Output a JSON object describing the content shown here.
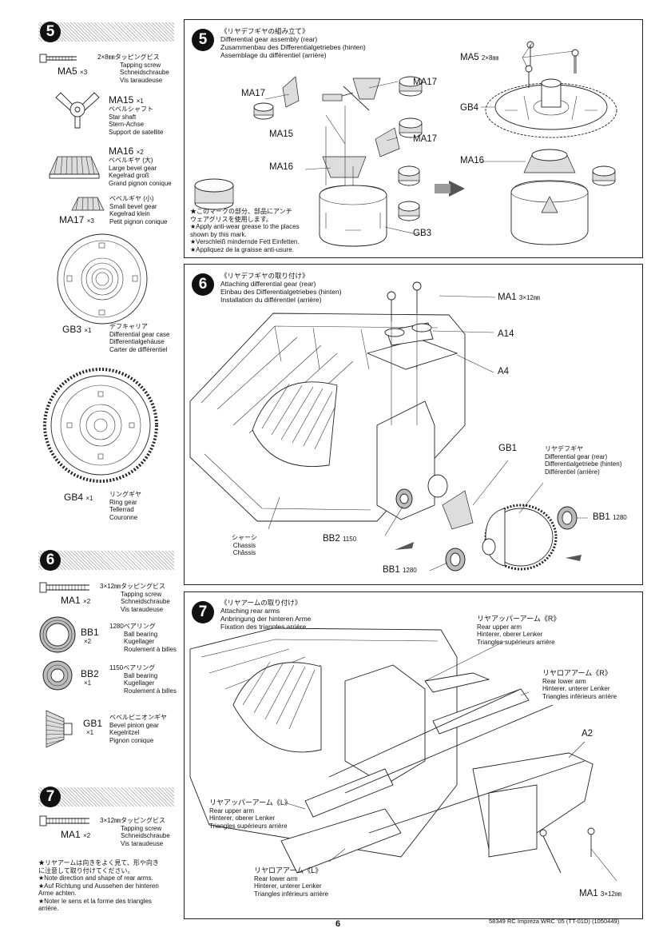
{
  "left": {
    "step5": {
      "number": "5",
      "parts": [
        {
          "code": "MA5",
          "qty": "×3",
          "jp": "2×8㎜タッピングビス",
          "de": "Tapping screw",
          "fr": "Schneidschraube",
          "x": "Vis taraudeuse"
        },
        {
          "code": "MA15",
          "qty": "×1",
          "jp": "ベベルシャフト",
          "de": "Star shaft",
          "fr": "Stern-Achse",
          "x": "Support de satellite"
        },
        {
          "code": "MA16",
          "qty": "×2",
          "jp": "ベベルギヤ (大)",
          "de": "Large bevel gear",
          "fr": "Kegelrad groß",
          "x": "Grand pignon conique"
        },
        {
          "code": "MA17",
          "qty": "×3",
          "jp": "ベベルギヤ (小)",
          "de": "Small bevel gear",
          "fr": "Kegelrad klein",
          "x": "Petit pignon conique"
        },
        {
          "code": "GB3",
          "qty": "×1",
          "jp": "デフキャリア",
          "de": "Differential gear case",
          "fr": "Differentialgehäuse",
          "x": "Carter de différentiel"
        },
        {
          "code": "GB4",
          "qty": "×1",
          "jp": "リングギヤ",
          "de": "Ring gear",
          "fr": "Tellerrad",
          "x": "Couronne"
        }
      ]
    },
    "step6": {
      "number": "6",
      "parts": [
        {
          "code": "MA1",
          "qty": "×2",
          "jp": "3×12㎜タッピングビス",
          "de": "Tapping screw",
          "fr": "Schneidschraube",
          "x": "Vis taraudeuse"
        },
        {
          "code": "BB1",
          "qty": "×2",
          "jp": "1280ベアリング",
          "de": "Ball bearing",
          "fr": "Kugellager",
          "x": "Roulement à billes"
        },
        {
          "code": "BB2",
          "qty": "×1",
          "jp": "1150ベアリング",
          "de": "Ball bearing",
          "fr": "Kugellager",
          "x": "Roulement à billes"
        },
        {
          "code": "GB1",
          "qty": "×1",
          "jp": "ベベルピニオンギヤ",
          "de": "Bevel pinion gear",
          "fr": "Kegelritzel",
          "x": "Pignon conique"
        }
      ]
    },
    "step7": {
      "number": "7",
      "parts": [
        {
          "code": "MA1",
          "qty": "×2",
          "jp": "3×12㎜タッピングビス",
          "de": "Tapping screw",
          "fr": "Schneidschraube",
          "x": "Vis taraudeuse"
        }
      ],
      "note": [
        "★リヤアームは向きをよく見て、形や向き",
        "に注意して取り付けてください。",
        "★Note direction and shape of rear arms.",
        "★Auf Richtung und Aussehen der hinteren",
        "Arme achten.",
        "★Noter le sens et la forme des triangles",
        "arrière."
      ]
    }
  },
  "panel5": {
    "number": "5",
    "title": [
      "《リヤデフギヤの組み立て》",
      "Differential gear assembly (rear)",
      "Zusammenbau des Differentialgetriebes (hinten)",
      "Assemblage du différentiel (arrière)"
    ],
    "labels": {
      "ma17a": "MA17",
      "ma17b": "MA17",
      "ma17c": "MA17",
      "ma15": "MA15",
      "ma16a": "MA16",
      "gb3": "GB3",
      "ma5": "MA5",
      "ma5size": "2×8㎜",
      "gb4": "GB4",
      "ma16b": "MA16"
    },
    "grease_note": [
      "★このマークの部分、部品にアンチ",
      "ウェアグリスを使用します。",
      "★Apply anti-wear grease to the places",
      "shown by this mark.",
      "★Verschleiß mindernde Fett Einfetten.",
      "★Appliquez de la graisse anti-usure."
    ]
  },
  "panel6": {
    "number": "6",
    "title": [
      "《リヤデフギヤの取り付け》",
      "Attaching differential gear (rear)",
      "Einbau des Differentialgetriebes (hinten)",
      "Installation du différentiel (arrière)"
    ],
    "labels": {
      "ma1": "MA1",
      "ma1size": "3×12㎜",
      "a14": "A14",
      "a4": "A4",
      "gb1": "GB1",
      "bb1a": "BB1",
      "bb1a_size": "1280",
      "bb2": "BB2",
      "bb2_size": "1150",
      "bb1b": "BB1",
      "bb1b_size": "1280"
    },
    "diff_text": [
      "リヤデフギヤ",
      "Differential gear (rear)",
      "Differentialgetriebe (hinten)",
      "Différentiel (arrière)"
    ],
    "chassis_text": [
      "シャーシ",
      "Chassis",
      "Châssis"
    ]
  },
  "panel7": {
    "number": "7",
    "title": [
      "《リヤアームの取り付け》",
      "Attaching rear arms",
      "Anbringung der hinteren Arme",
      "Fixation des triangles arrière"
    ],
    "upper_r": [
      "リヤアッパーアーム《R》",
      "Rear upper arm",
      "Hinterer, oberer Lenker",
      "Triangles supérieurs arrière"
    ],
    "lower_r": [
      "リヤロアアーム《R》",
      "Rear lower arm",
      "Hinterer, unterer Lenker",
      "Triangles inférieurs arrière"
    ],
    "upper_l": [
      "リヤアッパーアーム《L》",
      "Rear upper arm",
      "Hinterer, oberer Lenker",
      "Triangles supérieurs arrière"
    ],
    "lower_l": [
      "リヤロアアーム《L》",
      "Rear lower arm",
      "Hinterer, unterer Lenker",
      "Triangles inférieurs arrière"
    ],
    "labels": {
      "a2": "A2",
      "ma1": "MA1",
      "ma1size": "3×12㎜"
    }
  },
  "footer": {
    "page": "6",
    "ref": "58349  RC Impreza WRC '05 (TT-01D) (1050449)"
  }
}
